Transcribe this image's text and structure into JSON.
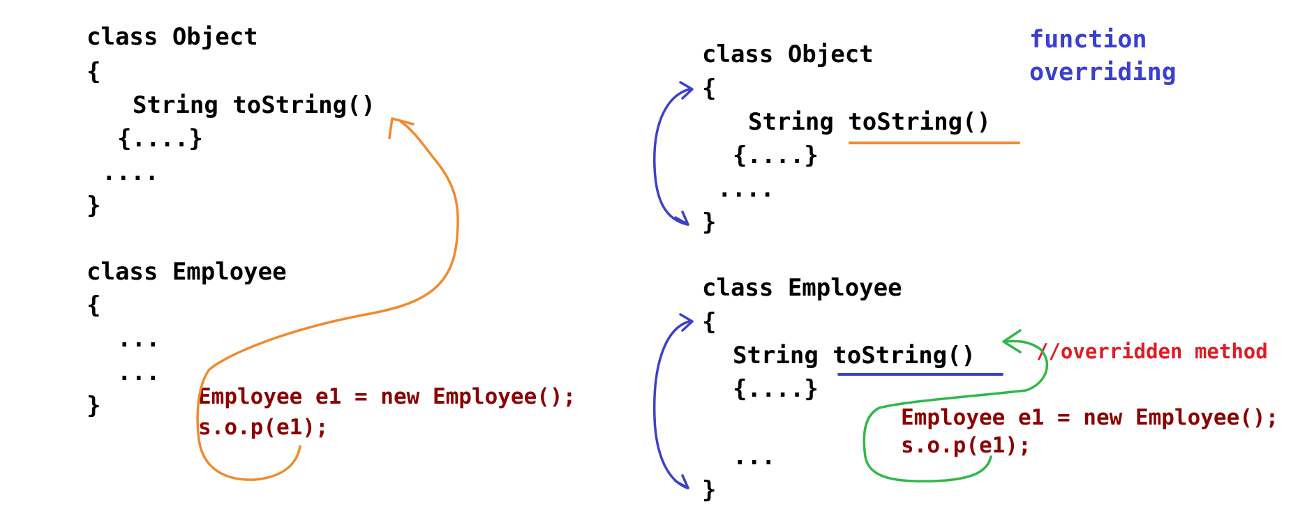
{
  "left": {
    "lines": [
      "class Object",
      "{",
      "String toString()",
      "{....}",
      "....",
      "}",
      "class Employee",
      "{",
      "...",
      "...",
      "}"
    ],
    "caller": [
      "Employee e1 = new Employee();",
      "s.o.p(e1);"
    ]
  },
  "right": {
    "title": [
      "function",
      "overriding"
    ],
    "lines": [
      "class Object",
      "{",
      "String toString()",
      "{....}",
      "....",
      "}",
      "class Employee",
      "{",
      "String toString()",
      "{....}",
      "...",
      "}"
    ],
    "comment": "//overridden method",
    "caller": [
      "Employee e1 = new Employee();",
      "s.o.p(e1);"
    ]
  },
  "colors": {
    "code": "#000000",
    "caller": "#8b0000",
    "title": "#3a3fcf",
    "comment": "#e01b24",
    "orange": "#f08a2c",
    "blue": "#3b41c8",
    "green": "#2fb84a"
  }
}
